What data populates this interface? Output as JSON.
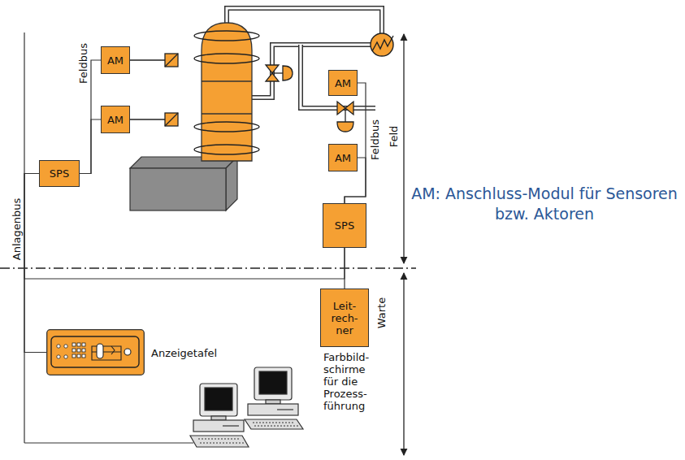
{
  "diagram": {
    "nodes": [
      {
        "text": [
          "AM"
        ]
      },
      {
        "text": [
          "AM"
        ]
      },
      {
        "text": [
          "SPS"
        ]
      },
      {
        "text": [
          "AM"
        ]
      },
      {
        "text": [
          "AM"
        ]
      },
      {
        "text": [
          "SPS"
        ]
      },
      {
        "text": [
          "Leit- rech- ner"
        ]
      },
      {
        "text": [
          "Anzeigetafel"
        ]
      }
    ],
    "edges": [
      {
        "from": 2,
        "to": 0,
        "arrow": "none"
      },
      {
        "from": 2,
        "to": 1,
        "arrow": "none"
      },
      {
        "from": 5,
        "to": 3,
        "arrow": "none"
      },
      {
        "from": 5,
        "to": 4,
        "arrow": "none"
      },
      {
        "from": 2,
        "to": 5,
        "arrow": "none"
      },
      {
        "from": 5,
        "to": 6,
        "arrow": "none"
      },
      {
        "from": 2,
        "to": 7,
        "arrow": "none"
      }
    ],
    "labels": [
      "Feldbus",
      "Feldbus",
      "Feld",
      "Anlagenbus",
      "Warte",
      "Farbbild- schirme für die Prozess- führung",
      "AM: Anschluss-Modul für Sensoren bzw. Aktoren"
    ]
  }
}
